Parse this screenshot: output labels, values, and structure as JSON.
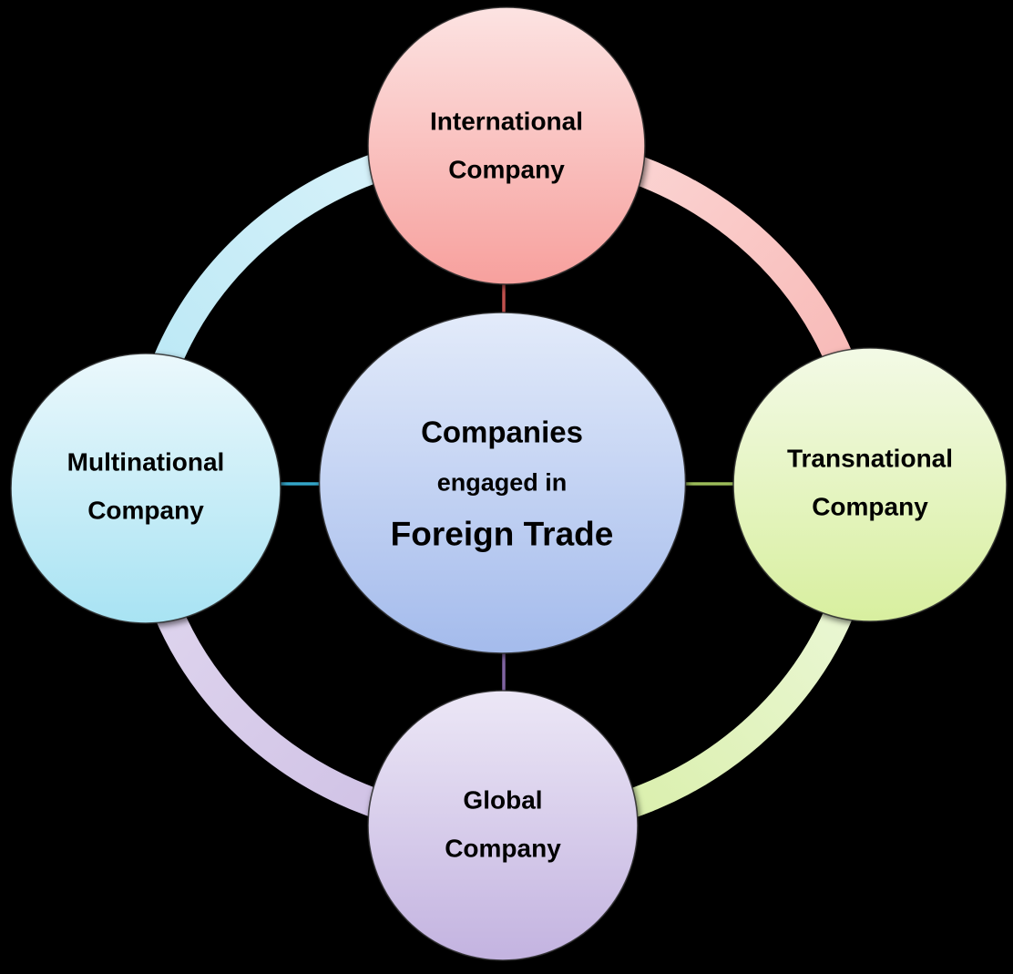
{
  "diagram": {
    "background_color": "#000000",
    "text_color": "#000000",
    "center": {
      "line1": "Companies",
      "line2": "engaged in",
      "line3": "Foreign Trade",
      "fill_top": "#e3ebfa",
      "fill_bottom": "#a4bbec"
    },
    "nodes": {
      "top": {
        "line1": "International",
        "line2": "Company",
        "fill_top": "#fce3e2",
        "fill_bottom": "#f7a09d",
        "connector_color": "#c0504d"
      },
      "right": {
        "line1": "Transnational",
        "line2": "Company",
        "fill_top": "#f3fae6",
        "fill_bottom": "#d8ef9f",
        "connector_color": "#9bbb59"
      },
      "bottom": {
        "line1": "Global",
        "line2": "Company",
        "fill_top": "#ece7f6",
        "fill_bottom": "#c3b3e0",
        "connector_color": "#8064a2"
      },
      "left": {
        "line1": "Multinational",
        "line2": "Company",
        "fill_top": "#ebf8fc",
        "fill_bottom": "#a8e3f3",
        "connector_color": "#33a5c8"
      }
    },
    "ring": {
      "top_left_segment": "#bfe9f6",
      "top_right_segment": "#f9c6c4",
      "bottom_right_segment": "#ddf1ad",
      "bottom_left_segment": "#d8cbea"
    }
  }
}
